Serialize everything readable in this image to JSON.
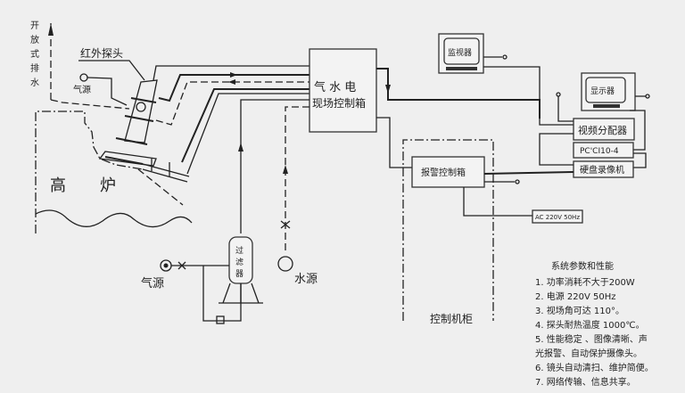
{
  "labels": {
    "open_drain": [
      "开",
      "放",
      "式",
      "排",
      "水"
    ],
    "ir_probe": "红外探头",
    "air_source_small": "气源",
    "blast_furnace": [
      "高",
      "炉"
    ],
    "field_box_line1": "气 水 电",
    "field_box_line2": "现场控制箱",
    "filter": [
      "过",
      "滤",
      "器"
    ],
    "water_source": "水源",
    "air_source": "气源",
    "monitor": "监视器",
    "display": "显示器",
    "video_splitter": "视频分配器",
    "pc_box": "PC'CI10-4",
    "dvr": "硬盘录像机",
    "alarm_box": "报警控制箱",
    "power": "AC 220V 50Hz",
    "cabinet": "控制机柜"
  },
  "specs": {
    "title": "系统参数和性能",
    "items": [
      "1. 功率消耗不大于200W",
      "2. 电源   220V    50Hz",
      "3. 视场角可达  110°。",
      "4. 探头耐热温度 1000℃。",
      "5. 性能稳定 、图像清晰、声",
      "光报警、自动保护摄像头。",
      "6. 镜头自动清扫、维护简便。",
      "7. 网络传输、信息共享。"
    ]
  }
}
